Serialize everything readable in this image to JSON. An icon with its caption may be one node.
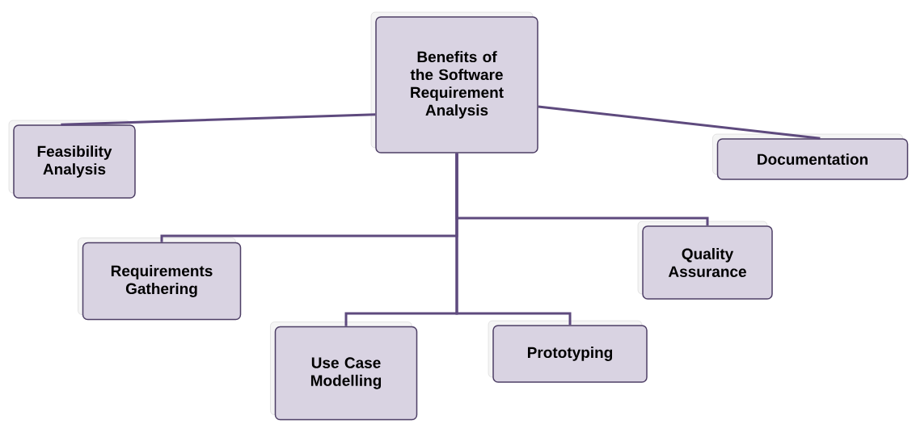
{
  "diagram": {
    "nodes": [
      {
        "text": [
          "Benefits of the Software Requirement Analysis"
        ]
      },
      {
        "text": [
          "Feasibility Analysis"
        ]
      },
      {
        "text": [
          "Documentation"
        ]
      },
      {
        "text": [
          "Requirements Gathering"
        ]
      },
      {
        "text": [
          "Quality Assurance"
        ]
      },
      {
        "text": [
          "Use Case Modelling"
        ]
      },
      {
        "text": [
          "Prototyping"
        ]
      }
    ],
    "edges": [
      {
        "from": 0,
        "to": 1,
        "arrow": "none"
      },
      {
        "from": 0,
        "to": 2,
        "arrow": "none"
      },
      {
        "from": 0,
        "to": 3,
        "arrow": "none"
      },
      {
        "from": 0,
        "to": 4,
        "arrow": "none"
      },
      {
        "from": 0,
        "to": 5,
        "arrow": "none"
      },
      {
        "from": 0,
        "to": 6,
        "arrow": "none"
      }
    ]
  }
}
